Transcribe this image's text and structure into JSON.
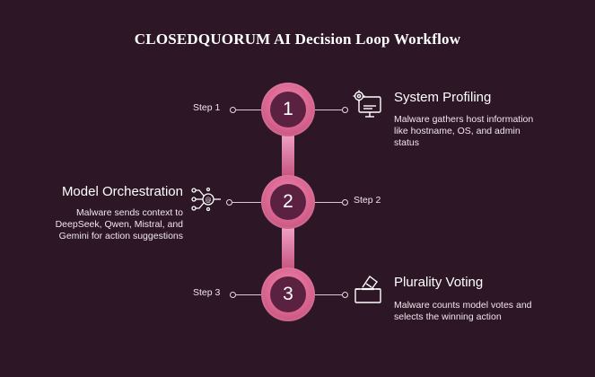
{
  "title": "CLOSEDQUORUM AI Decision Loop Workflow",
  "steps": [
    {
      "number": "1",
      "step_label": "Step 1",
      "heading": "System Profiling",
      "description_lines": [
        "Malware gathers host information",
        "like hostname, OS, and admin",
        "status"
      ],
      "icon": "system-settings-icon"
    },
    {
      "number": "2",
      "step_label": "Step 2",
      "heading": "Model Orchestration",
      "description_lines": [
        "Malware sends context to",
        "DeepSeek, Qwen, Mistral, and",
        "Gemini for action suggestions"
      ],
      "icon": "ai-network-icon"
    },
    {
      "number": "3",
      "step_label": "Step 3",
      "heading": "Plurality Voting",
      "description_lines": [
        "Malware counts model votes and",
        "selects the winning action"
      ],
      "icon": "ballot-box-icon"
    }
  ],
  "colors": {
    "background": "#2d1626",
    "circle": "#d8648f",
    "circle_inner": "#5a2240",
    "connector": "#e07fa8"
  }
}
